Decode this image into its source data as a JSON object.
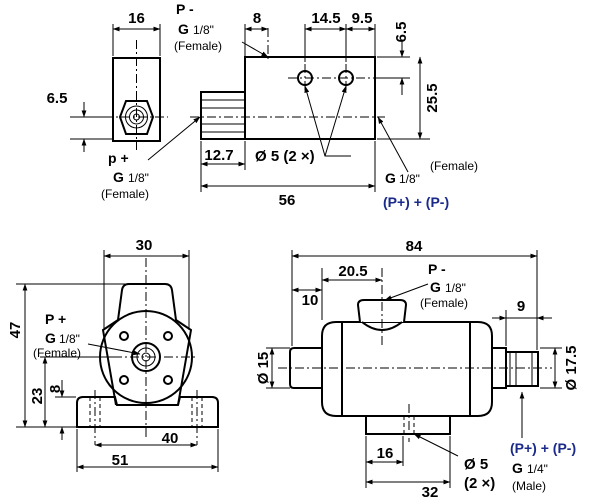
{
  "top_view": {
    "dim_16": "16",
    "dim_8": "8",
    "dim_14_5": "14.5",
    "dim_9_5": "9.5",
    "dim_6_5_right": "6.5",
    "dim_6_5_left": "6.5",
    "dim_25_5": "25.5",
    "dim_12_7": "12.7",
    "dim_56": "56",
    "hole_callout": "Ø 5 (2 ×)",
    "port_p_minus": {
      "sign": "P -",
      "thread": "G",
      "size": "1/8\"",
      "type": "(Female)"
    },
    "port_p_plus": {
      "sign": "p +",
      "thread": "G",
      "size": "1/8\"",
      "type": "(Female)"
    },
    "port_outlet": {
      "type": "(Female)",
      "thread": "G",
      "size": "1/8\"",
      "label": "(P+) + (P-)"
    }
  },
  "front_view": {
    "dim_30": "30",
    "dim_47": "47",
    "dim_23": "23",
    "dim_8": "8",
    "dim_40": "40",
    "dim_51": "51",
    "port": {
      "sign": "P +",
      "thread": "G",
      "size": "1/8\"",
      "type": "(Female)"
    }
  },
  "side_view": {
    "dim_84": "84",
    "dim_20_5": "20.5",
    "dim_10": "10",
    "dim_9": "9",
    "dim_dia_15": "Ø 15",
    "dim_dia_17_5": "Ø 17.5",
    "dim_16": "16",
    "dim_32": "32",
    "hole_dia": "Ø 5",
    "hole_count": "(2 ×)",
    "port_p_minus": {
      "sign": "P -",
      "thread": "G",
      "size": "1/8\"",
      "type": "(Female)"
    },
    "port_outlet": {
      "label": "(P+) + (P-)",
      "thread": "G",
      "size": "1/4\"",
      "type": "(Male)"
    }
  }
}
